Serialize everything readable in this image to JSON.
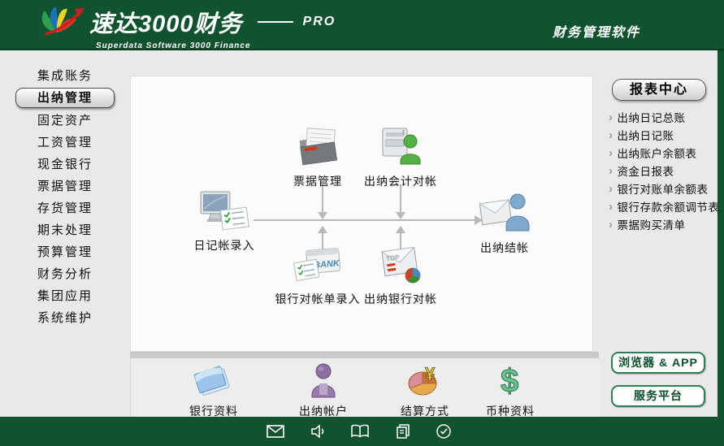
{
  "header": {
    "title": "速达3000财务",
    "edition": "PRO",
    "subtitle": "Superdata Software 3000 Finance",
    "tagline": "财务管理软件"
  },
  "sidebar": {
    "items": [
      {
        "label": "集成账务",
        "selected": false
      },
      {
        "label": "出纳管理",
        "selected": true
      },
      {
        "label": "固定资产",
        "selected": false
      },
      {
        "label": "工资管理",
        "selected": false
      },
      {
        "label": "现金银行",
        "selected": false
      },
      {
        "label": "票据管理",
        "selected": false
      },
      {
        "label": "存货管理",
        "selected": false
      },
      {
        "label": "期末处理",
        "selected": false
      },
      {
        "label": "预算管理",
        "selected": false
      },
      {
        "label": "财务分析",
        "selected": false
      },
      {
        "label": "集团应用",
        "selected": false
      },
      {
        "label": "系统维护",
        "selected": false
      }
    ]
  },
  "flowchart": {
    "nodes": [
      {
        "label": "日记帐录入",
        "icon": "monitor-checklist-icon"
      },
      {
        "label": "票据管理",
        "icon": "folder-documents-icon"
      },
      {
        "label": "出纳会计对帐",
        "icon": "accountant-person-icon"
      },
      {
        "label": "银行对帐单录入",
        "icon": "bank-statement-icon"
      },
      {
        "label": "出纳银行对帐",
        "icon": "envelope-piechart-icon"
      },
      {
        "label": "出纳结帐",
        "icon": "envelope-person-icon"
      }
    ]
  },
  "quickbar": {
    "items": [
      {
        "label": "银行资料",
        "icon": "blue-folder-icon"
      },
      {
        "label": "出纳帐户",
        "icon": "purple-person-icon"
      },
      {
        "label": "结算方式",
        "icon": "pie-yuan-icon"
      },
      {
        "label": "币种资料",
        "icon": "green-dollar-icon"
      }
    ]
  },
  "report_center": {
    "title": "报表中心",
    "links": [
      "出纳日记总账",
      "出纳日记账",
      "出纳账户余额表",
      "资金日报表",
      "银行对账单余额表",
      "银行存款余额调节表",
      "票据购买清单"
    ]
  },
  "action_buttons": [
    {
      "label": "浏览器 & APP"
    },
    {
      "label": "服务平台"
    }
  ],
  "statusbar": {
    "icons": [
      "mail-icon",
      "speaker-icon",
      "book-icon",
      "copy-icon",
      "clock-check-icon"
    ]
  },
  "colors": {
    "header_green": "#11532f",
    "body_gray": "#e9e9e9",
    "panel_white": "#fbfbfb",
    "arrow_gray": "#b8b8b8",
    "button_green_border": "#2f7d50",
    "button_green_text": "#0c4d2b"
  }
}
